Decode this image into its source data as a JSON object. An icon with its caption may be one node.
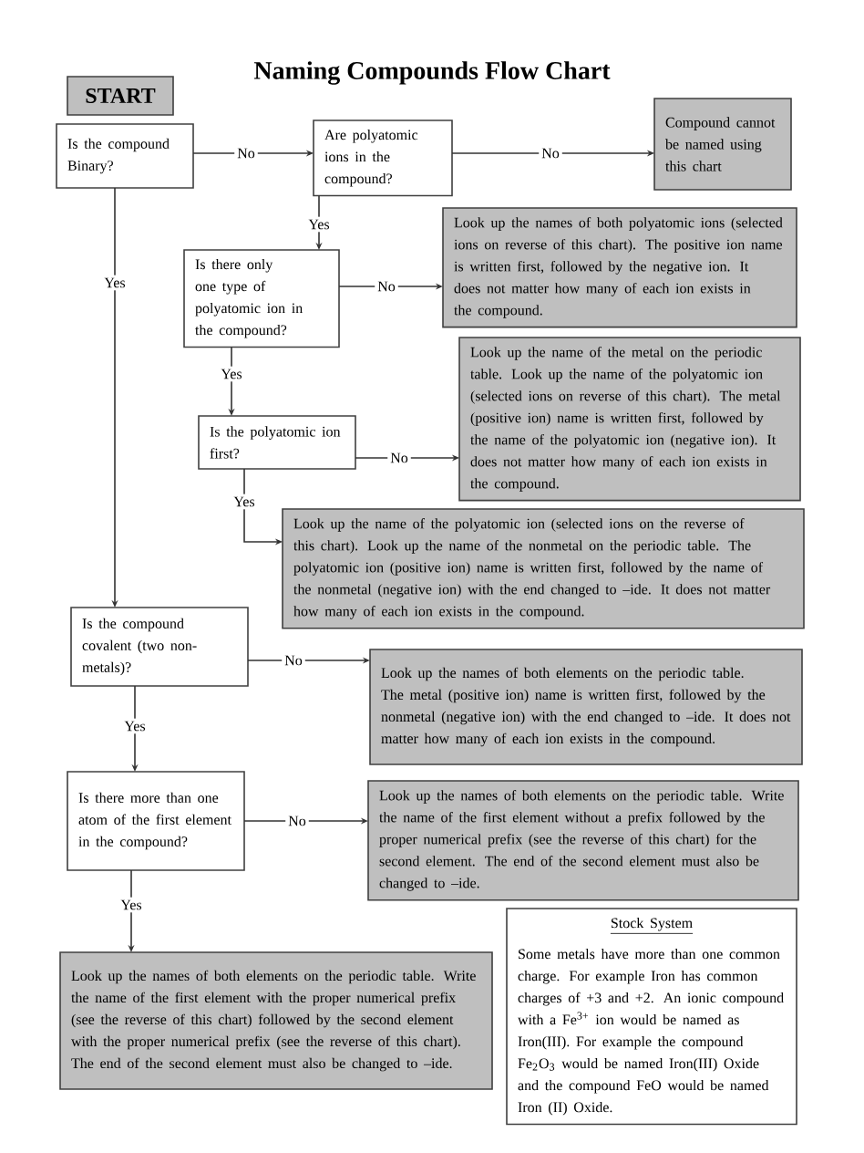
{
  "diagram": {
    "title": "Naming Compounds Flow Chart",
    "nodes": [
      {
        "text": [
          "START"
        ]
      },
      {
        "text": [
          "Is the compound Binary?"
        ]
      },
      {
        "text": [
          "Are polyatomic ions in the compound?"
        ]
      },
      {
        "text": [
          "Compound cannot be named using this chart"
        ]
      },
      {
        "text": [
          "Is there only one type of polyatomic ion in the compound?"
        ]
      },
      {
        "text": [
          "Look up the names of both polyatomic ions (selected ions on reverse of this chart). The positive ion name is written first, followed by the negative ion. It does not matter how many of each ion exists in the compound."
        ]
      },
      {
        "text": [
          "Look up the name of the metal on the periodic table. Look up the name of the polyatomic ion (selected ions on reverse of this chart). The metal (positive ion) name is written first, followed by the name of the polyatomic ion (negative ion). It does not matter how many of each ion exists in the compound."
        ]
      },
      {
        "text": [
          "Is the polyatomic ion first?"
        ]
      },
      {
        "text": [
          "Look up the name of the polyatomic ion (selected ions on the reverse of this chart). Look up the name of the nonmetal on the periodic table. The polyatomic ion (positive ion) name is written first, followed by the name of the nonmetal (negative ion) with the end changed to –ide. It does not matter how many of each ion exists in the compound."
        ]
      },
      {
        "text": [
          "Is the compound covalent (two non-metals)?"
        ]
      },
      {
        "text": [
          "Look up the names of both elements on the periodic table. The metal (positive ion) name is written first, followed by the nonmetal (negative ion) with the end changed to –ide. It does not matter how many of each ion exists in the compound."
        ]
      },
      {
        "text": [
          "Is there more than one atom of the first element in the compound?"
        ]
      },
      {
        "text": [
          "Look up the names of both elements on the periodic table. Write the name of the first element without a prefix followed by the proper numerical prefix (see the reverse of this chart) for the second element. The end of the second element must also be changed to –ide."
        ]
      },
      {
        "text": [
          "Look up the names of both elements on the periodic table. Write the name of the first element with the proper numerical prefix (see the reverse of this chart) followed by the second element with the proper numerical prefix (see the reverse of this chart). The end of the second element must also be changed to –ide."
        ]
      },
      {
        "text": [
          "Stock System",
          "Some metals have more than one common charge. For example Iron has common charges of +3 and +2. An ionic compound with a Fe$^{3+}$ ion would be named as Iron(III). For example the compound Fe$_{2}$O$_{3}$ would be named Iron(III) Oxide and the compound FeO would be named Iron (II) Oxide."
        ]
      }
    ],
    "edges": [
      {
        "from": 1,
        "to": 2,
        "arrow": "to",
        "label": "No"
      },
      {
        "from": 2,
        "to": 3,
        "arrow": "to",
        "label": "No"
      },
      {
        "from": 2,
        "to": 4,
        "arrow": "to",
        "label": "Yes"
      },
      {
        "from": 4,
        "to": 5,
        "arrow": "to",
        "label": "No"
      },
      {
        "from": 4,
        "to": 7,
        "arrow": "to",
        "label": "Yes"
      },
      {
        "from": 7,
        "to": 6,
        "arrow": "to",
        "label": "No"
      },
      {
        "from": 7,
        "to": 8,
        "arrow": "to",
        "label": "Yes"
      },
      {
        "from": 1,
        "to": 9,
        "arrow": "to",
        "label": "Yes"
      },
      {
        "from": 9,
        "to": 10,
        "arrow": "to",
        "label": "No"
      },
      {
        "from": 9,
        "to": 11,
        "arrow": "to",
        "label": "Yes"
      },
      {
        "from": 11,
        "to": 12,
        "arrow": "to",
        "label": "No"
      },
      {
        "from": 11,
        "to": 13,
        "arrow": "to",
        "label": "Yes"
      }
    ]
  }
}
